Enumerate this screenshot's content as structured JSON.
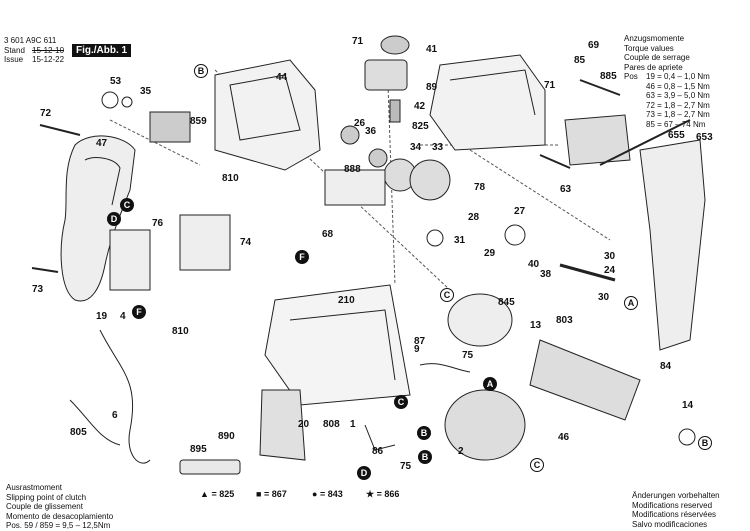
{
  "header": {
    "part_no": "3 601 A9C 611",
    "stand_label": "Stand",
    "stand_value": "15-12-10",
    "issue_label": "Issue",
    "issue_value": "15-12-22",
    "fig_label": "Fig./Abb. 1"
  },
  "torque": {
    "title_lines": [
      "Anzugsmomente",
      "Torque values",
      "Couple de serrage",
      "Pares de apriete"
    ],
    "pos_label": "Pos",
    "rows": [
      {
        "pos": "19",
        "val": "= 0,4 – 1,0 Nm"
      },
      {
        "pos": "46",
        "val": "= 0,8 – 1,5 Nm"
      },
      {
        "pos": "63",
        "val": "= 3,9 – 5,0 Nm"
      },
      {
        "pos": "72",
        "val": "= 1,8 – 2,7 Nm"
      },
      {
        "pos": "73",
        "val": "= 1,8 – 2,7 Nm"
      },
      {
        "pos": "85",
        "val": "= 67 – 74 Nm"
      }
    ]
  },
  "clutch": {
    "lines": [
      "Ausrastmoment",
      "Slipping point of clutch",
      "Couple de glissement",
      "Momento de desacoplamiento"
    ],
    "value": "Pos.  59 / 859  =  9,5 – 12,5Nm"
  },
  "legend": [
    {
      "sym": "▲",
      "text": "= 825"
    },
    {
      "sym": "■",
      "text": "= 867"
    },
    {
      "sym": "●",
      "text": "= 843"
    },
    {
      "sym": "★",
      "text": "= 866"
    }
  ],
  "changes": [
    "Änderungen vorbehalten",
    "Modifications reserved",
    "Modifications réservées",
    "Salvo modificaciones"
  ],
  "parts": {
    "p71a": "71",
    "p41": "41",
    "p89": "89",
    "p42": "42",
    "p44": "44",
    "p53": "53",
    "p35": "35",
    "p72": "72",
    "p47": "47",
    "p859": "859",
    "p26": "26",
    "p36": "36",
    "p888": "888",
    "p34": "34",
    "p33": "33",
    "p810a": "810",
    "p76": "76",
    "p68": "68",
    "p74": "74",
    "p73": "73",
    "p19": "19",
    "p4": "4",
    "p810b": "810",
    "p210": "210",
    "p9": "9",
    "p6": "6",
    "p805": "805",
    "p890": "890",
    "p895": "895",
    "p20": "20",
    "p808": "808",
    "p1": "1",
    "p86": "86",
    "p75a": "75",
    "p75b": "75",
    "p87": "87",
    "p2": "2",
    "p46": "46",
    "p825": "825",
    "p78": "78",
    "p28": "28",
    "p31": "31",
    "p27": "27",
    "p29": "29",
    "p63": "63",
    "p71b": "71",
    "p85": "85",
    "p885": "885",
    "p69": "69",
    "p655": "655",
    "p653": "653",
    "p30a": "30",
    "p24": "24",
    "p40": "40",
    "p38": "38",
    "p30b": "30",
    "p845": "845",
    "p803": "803",
    "p13": "13",
    "p84": "84",
    "p14": "14"
  },
  "markers": {
    "B": "B",
    "C": "C",
    "D": "D",
    "F": "F",
    "A": "A"
  }
}
